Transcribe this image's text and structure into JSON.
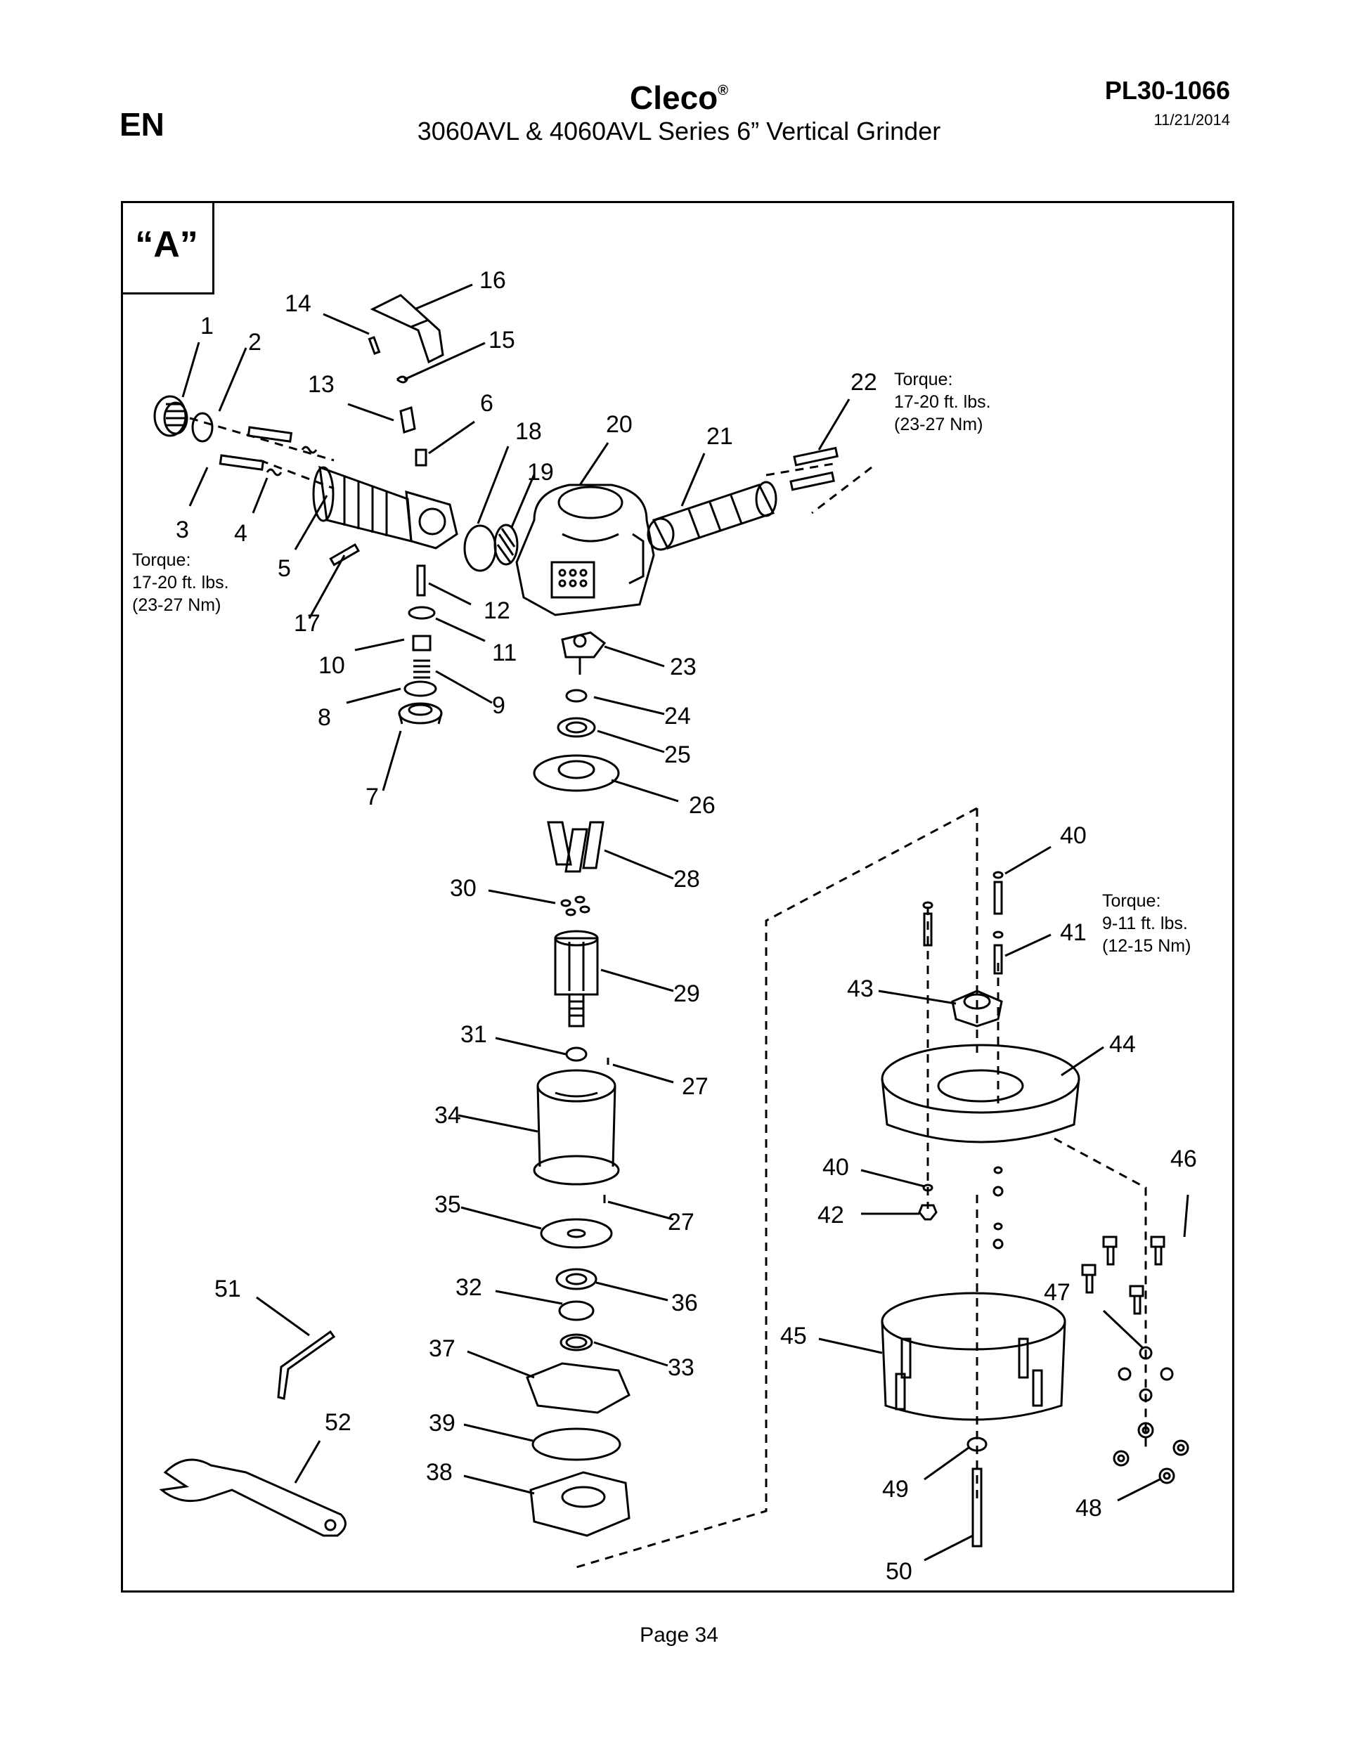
{
  "header": {
    "language": "EN",
    "brand": "Cleco",
    "brand_mark": "®",
    "title": "3060AVL & 4060AVL Series 6” Vertical Grinder",
    "doc_number": "PL30-1066",
    "date": "11/21/2014"
  },
  "diagram": {
    "view_label": "“A”",
    "callouts": [
      "1",
      "2",
      "3",
      "4",
      "5",
      "6",
      "7",
      "8",
      "9",
      "10",
      "11",
      "12",
      "13",
      "14",
      "15",
      "16",
      "17",
      "18",
      "19",
      "20",
      "21",
      "22",
      "23",
      "24",
      "25",
      "26",
      "27",
      "27",
      "28",
      "29",
      "30",
      "31",
      "32",
      "33",
      "34",
      "35",
      "36",
      "37",
      "38",
      "39",
      "40",
      "40",
      "41",
      "42",
      "43",
      "44",
      "45",
      "46",
      "47",
      "48",
      "49",
      "50",
      "51",
      "52"
    ],
    "torque_notes": [
      {
        "label": "Torque:",
        "value_ftlb": "17-20 ft. lbs.",
        "value_nm": "(23-27 Nm)"
      },
      {
        "label": "Torque:",
        "value_ftlb": "17-20 ft. lbs.",
        "value_nm": "(23-27 Nm)"
      },
      {
        "label": "Torque:",
        "value_ftlb": "9-11 ft. lbs.",
        "value_nm": "(12-15 Nm)"
      }
    ]
  },
  "footer": {
    "page": "Page 34"
  }
}
